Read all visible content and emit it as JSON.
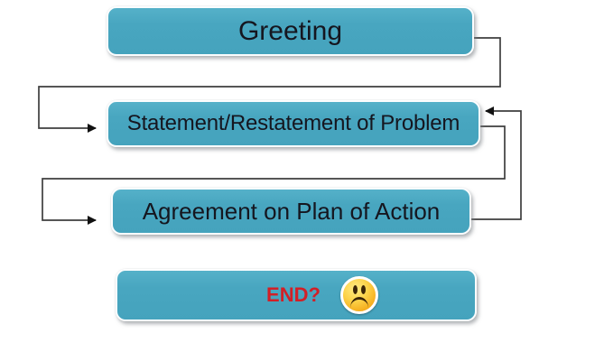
{
  "diagram": {
    "type": "flowchart",
    "boxes": [
      {
        "id": "greeting",
        "label": "Greeting"
      },
      {
        "id": "statement",
        "label": "Statement/Restatement of Problem"
      },
      {
        "id": "agreement",
        "label": "Agreement on Plan of Action"
      },
      {
        "id": "end",
        "label": "END?",
        "icon": "sad-face-icon"
      }
    ],
    "connectors": [
      {
        "from": "greeting",
        "to": "statement",
        "route": "right, down, left, down, arrow into left side"
      },
      {
        "from": "statement",
        "to": "agreement",
        "route": "right, down, left, down, arrow into left side"
      },
      {
        "from": "agreement",
        "to": "statement",
        "route": "right, up, arrow into right side (feedback loop)"
      }
    ],
    "colors": {
      "background": "#FFFFFF",
      "box_fill": "#48A6C0",
      "box_border": "#FBFDFE",
      "box_text": "#15161F",
      "end_text": "#D21F26",
      "connector_line": "#3E3E3E",
      "arrowhead": "#111111",
      "emoticon_yellow": "#FBC02D",
      "emoticon_features": "#3B2507"
    }
  }
}
